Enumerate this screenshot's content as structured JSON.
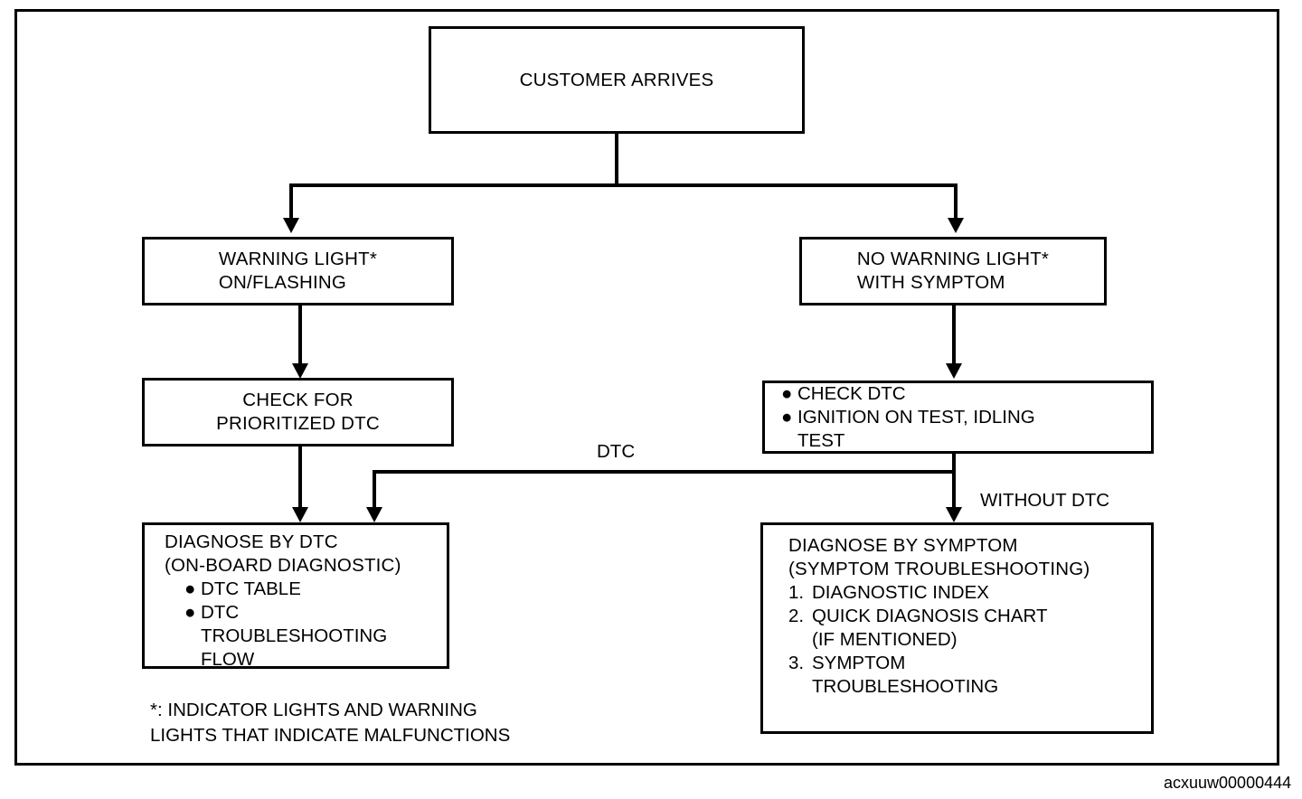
{
  "diagram": {
    "title": "Diagnostic Procedure Flowchart",
    "caption": "acxuuw00000444",
    "footnote": "*: INDICATOR LIGHTS AND WARNING\n   LIGHTS THAT INDICATE MALFUNCTIONS",
    "colors": {
      "line": "#000000",
      "background": "#ffffff",
      "text": "#000000"
    },
    "nodes": {
      "customer_arrives": {
        "line1": "CUSTOMER ARRIVES"
      },
      "warning_light": {
        "line1": "WARNING LIGHT*",
        "line2": "ON/FLASHING"
      },
      "no_warning_light": {
        "line1": "NO WARNING LIGHT*",
        "line2": "WITH SYMPTOM"
      },
      "check_prioritized": {
        "line1": "CHECK FOR",
        "line2": "PRIORITIZED DTC"
      },
      "check_dtc": {
        "bullet1": "CHECK DTC",
        "bullet2": "IGNITION ON TEST, IDLING\nTEST"
      },
      "diagnose_by_dtc": {
        "header1": "DIAGNOSE BY DTC",
        "header2": "(ON-BOARD DIAGNOSTIC)",
        "bullet_mark": "●",
        "bullet1": "DTC TABLE",
        "bullet2": "DTC\nTROUBLESHOOTING\nFLOW"
      },
      "diagnose_by_symptom": {
        "header1": "DIAGNOSE BY SYMPTOM",
        "header2": "(SYMPTOM TROUBLESHOOTING)",
        "num1_label": "1.",
        "num1_text": "DIAGNOSTIC INDEX",
        "num2_label": "2.",
        "num2_text": "QUICK DIAGNOSIS CHART\n(IF MENTIONED)",
        "num3_label": "3.",
        "num3_text": "SYMPTOM\nTROUBLESHOOTING"
      }
    },
    "edge_labels": {
      "dtc": "DTC",
      "without_dtc": "WITHOUT DTC"
    }
  }
}
